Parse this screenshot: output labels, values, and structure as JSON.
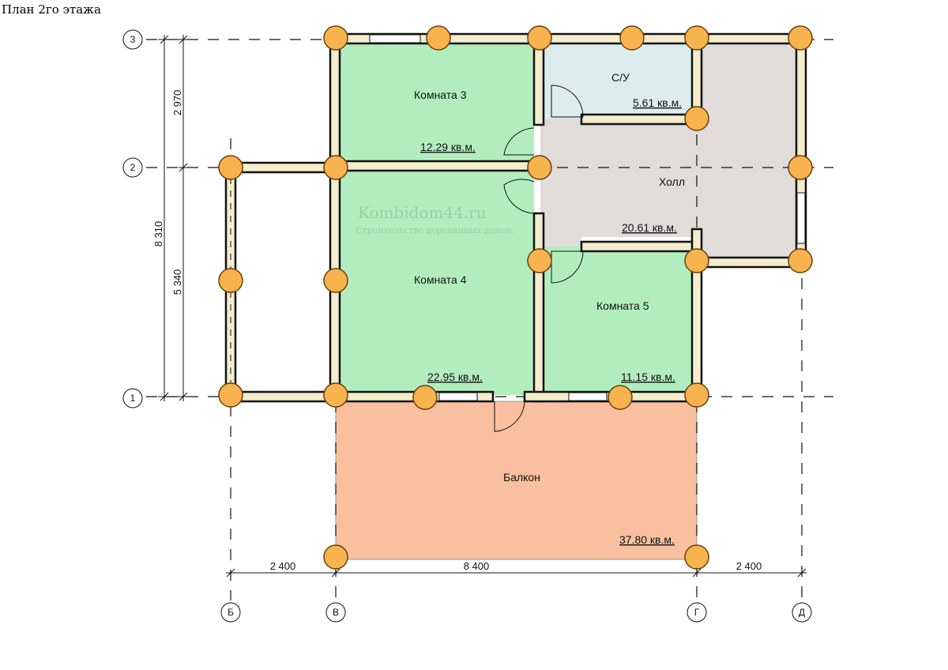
{
  "title": "План 2го этажа",
  "watermark": {
    "brand": "Kombidom44.ru",
    "tagline": "Строительство деревянных домов."
  },
  "rooms": [
    {
      "name": "Комната 3",
      "area": "12.29 кв.м.",
      "color": "#b2eebd"
    },
    {
      "name": "С/У",
      "area": "5.61 кв.м.",
      "color": "#dcecec"
    },
    {
      "name": "Холл",
      "area": "20.61 кв.м.",
      "color": "#e1dcda"
    },
    {
      "name": "Комната 4",
      "area": "22.95 кв.м.",
      "color": "#b2eebd"
    },
    {
      "name": "Комната 5",
      "area": "11.15 кв.м.",
      "color": "#b2eebd"
    },
    {
      "name": "Балкон",
      "area": "37.80 кв.м.",
      "color": "#f8c09e"
    }
  ],
  "axes": {
    "rows": [
      "3",
      "2",
      "1"
    ],
    "cols": [
      "Б",
      "В",
      "Г",
      "Д"
    ]
  },
  "dimensions": {
    "vertical_total": "8 310",
    "vertical_parts": [
      "2 970",
      "5 340"
    ],
    "horizontal_parts": [
      "2 400",
      "8 400",
      "2 400"
    ]
  }
}
